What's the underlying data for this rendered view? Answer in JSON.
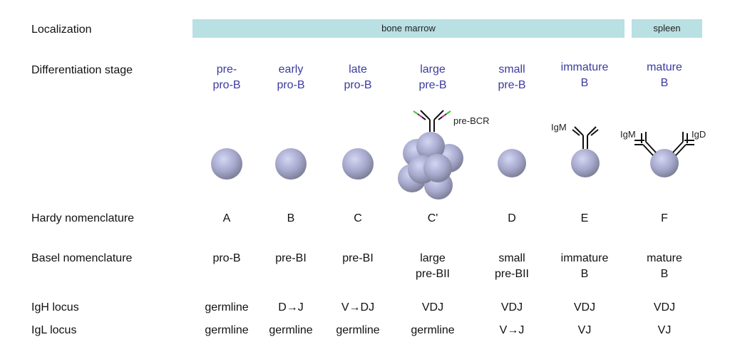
{
  "row_labels": {
    "localization": "Localization",
    "stage": "Differentiation stage",
    "hardy": "Hardy nomenclature",
    "basel": "Basel nomenclature",
    "igh": "IgH locus",
    "igl": "IgL locus"
  },
  "localization": {
    "bone_marrow": "bone marrow",
    "spleen": "spleen"
  },
  "columns": [
    {
      "stage1": "pre-",
      "stage2": "pro-B",
      "hardy": "A",
      "basel1": "pro-B",
      "basel2": "",
      "igh": "germline",
      "igl": "germline"
    },
    {
      "stage1": "early",
      "stage2": "pro-B",
      "hardy": "B",
      "basel1": "pre-BI",
      "basel2": "",
      "igh": "D→J",
      "igl": "germline"
    },
    {
      "stage1": "late",
      "stage2": "pro-B",
      "hardy": "C",
      "basel1": "pre-BI",
      "basel2": "",
      "igh": "V→DJ",
      "igl": "germline"
    },
    {
      "stage1": "large",
      "stage2": "pre-B",
      "hardy": "C'",
      "basel1": "large",
      "basel2": "pre-BII",
      "igh": "VDJ",
      "igl": "germline"
    },
    {
      "stage1": "small",
      "stage2": "pre-B",
      "hardy": "D",
      "basel1": "small",
      "basel2": "pre-BII",
      "igh": "VDJ",
      "igl": "V→J"
    },
    {
      "stage1": "immature",
      "stage2": "B",
      "hardy": "E",
      "basel1": "immature",
      "basel2": "B",
      "igh": "VDJ",
      "igl": "VJ"
    },
    {
      "stage1": "mature",
      "stage2": "B",
      "hardy": "F",
      "basel1": "mature",
      "basel2": "B",
      "igh": "VDJ",
      "igl": "VJ"
    }
  ],
  "annotations": {
    "pre_bcr": "pre-BCR",
    "igm_immature": "IgM",
    "igm_mature": "IgM",
    "igd_mature": "IgD"
  },
  "colors": {
    "stage_text": "#3b3aa0",
    "bar": "#b9e0e2",
    "cell": "#a6a8cc"
  }
}
